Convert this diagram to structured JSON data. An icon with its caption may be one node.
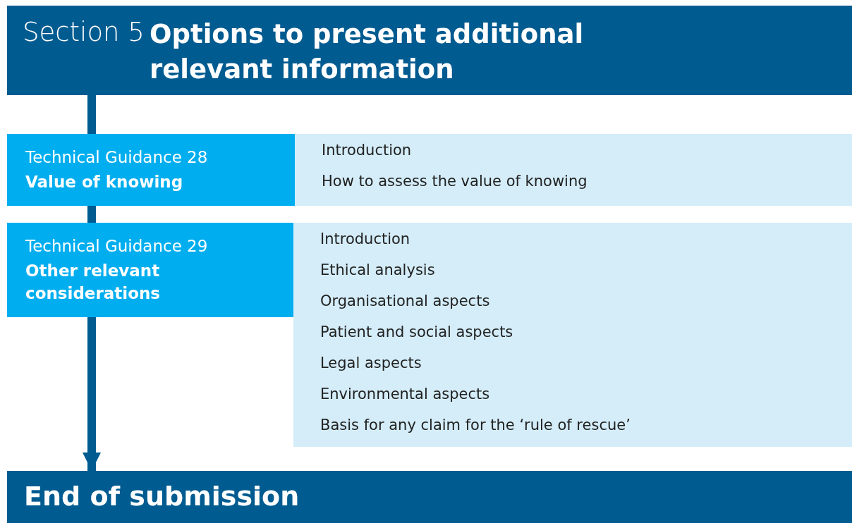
{
  "diagram": {
    "nodes": [
      {
        "text": [
          "Section 5",
          "Options to present additional relevant information"
        ]
      },
      {
        "text": [
          "Technical Guidance 28",
          "Value of knowing"
        ]
      },
      {
        "text": [
          "Introduction",
          "How to assess the value of knowing"
        ]
      },
      {
        "text": [
          "Technical Guidance 29",
          "Other relevant considerations"
        ]
      },
      {
        "text": [
          "Introduction",
          "Ethical analysis",
          "Organisational aspects",
          "Patient and social aspects",
          "Legal aspects",
          "Environmental aspects",
          "Basis for any claim for the ‘rule of rescue’"
        ]
      },
      {
        "text": [
          "End of submission"
        ]
      }
    ],
    "edges": [
      {
        "from": 0,
        "to": 1,
        "arrow": "none"
      },
      {
        "from": 1,
        "to": 3,
        "arrow": "none"
      },
      {
        "from": 3,
        "to": 5,
        "arrow": "to"
      }
    ]
  }
}
